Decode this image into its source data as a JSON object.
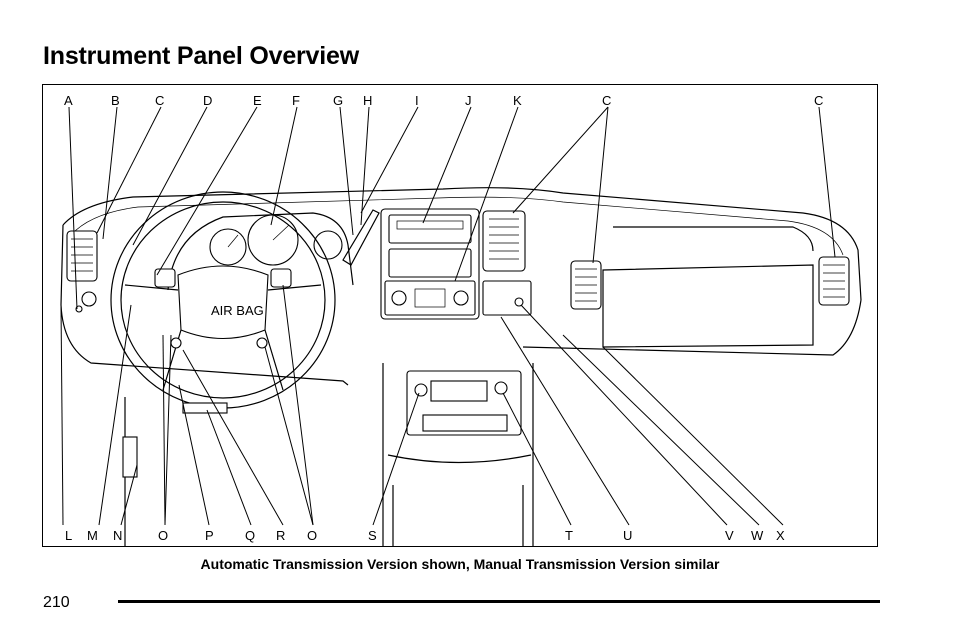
{
  "page": {
    "title": "Instrument Panel Overview",
    "caption": "Automatic Transmission Version shown, Manual Transmission Version similar",
    "page_number": "210"
  },
  "figure": {
    "top_callouts": [
      "A",
      "B",
      "C",
      "D",
      "E",
      "F",
      "G",
      "H",
      "I",
      "J",
      "K",
      "C",
      "C"
    ],
    "bottom_callouts": [
      "L",
      "M",
      "N",
      "O",
      "P",
      "Q",
      "R",
      "O",
      "S",
      "T",
      "U",
      "V",
      "W",
      "X"
    ],
    "steering_hub_text": "AIR BAG"
  }
}
